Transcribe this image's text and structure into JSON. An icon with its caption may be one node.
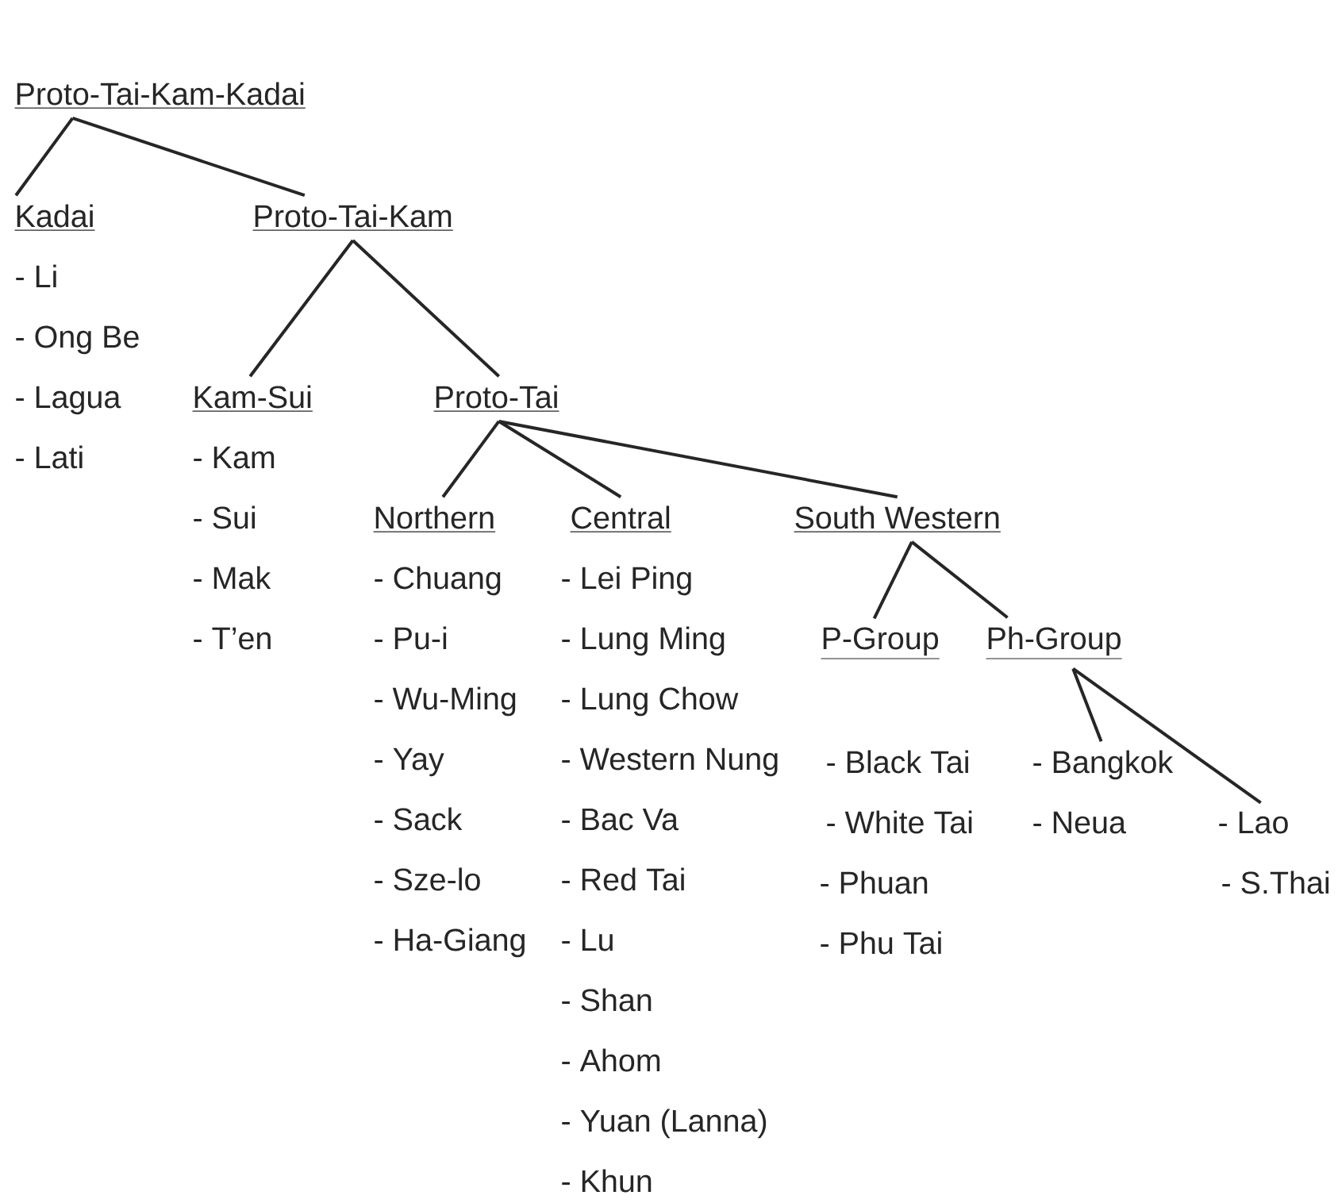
{
  "diagram": {
    "nodes": [
      {
        "text": [
          "Proto-Tai-Kam-Kadai"
        ]
      },
      {
        "text": [
          "Kadai",
          "- Li",
          "- Ong Be",
          "- Lagua",
          "- Lati"
        ]
      },
      {
        "text": [
          "Proto-Tai-Kam"
        ]
      },
      {
        "text": [
          "Kam-Sui",
          "- Kam",
          "- Sui",
          "- Mak",
          "- T’en"
        ]
      },
      {
        "text": [
          "Proto-Tai"
        ]
      },
      {
        "text": [
          "Northern",
          "- Chuang",
          "- Pu-i",
          "- Wu-Ming",
          "- Yay",
          "- Sack",
          "- Sze-lo",
          "- Ha-Giang"
        ]
      },
      {
        "text": [
          "Central",
          "- Lei  Ping",
          "- Lung Ming",
          "- Lung Chow",
          "- Western Nung",
          "- Bac Va",
          "- Red Tai",
          "- Lu",
          "- Shan",
          "- Ahom",
          "- Yuan (Lanna)",
          "- Khun"
        ]
      },
      {
        "text": [
          "South Western"
        ]
      },
      {
        "text": [
          "P-Group",
          "- Black Tai",
          "- White Tai",
          "- Phuan",
          "- Phu Tai"
        ]
      },
      {
        "text": [
          "Ph-Group"
        ]
      },
      {
        "text": [
          "- Bangkok",
          "- Neua"
        ]
      },
      {
        "text": [
          "- Lao",
          "- S.Thai"
        ]
      }
    ],
    "edges": [
      {
        "from": 0,
        "to": 1,
        "arrow": "none"
      },
      {
        "from": 0,
        "to": 2,
        "arrow": "none"
      },
      {
        "from": 2,
        "to": 3,
        "arrow": "none"
      },
      {
        "from": 2,
        "to": 4,
        "arrow": "none"
      },
      {
        "from": 4,
        "to": 5,
        "arrow": "none"
      },
      {
        "from": 4,
        "to": 6,
        "arrow": "none"
      },
      {
        "from": 4,
        "to": 7,
        "arrow": "none"
      },
      {
        "from": 7,
        "to": 8,
        "arrow": "none"
      },
      {
        "from": 7,
        "to": 9,
        "arrow": "none"
      },
      {
        "from": 9,
        "to": 10,
        "arrow": "none"
      },
      {
        "from": 9,
        "to": 11,
        "arrow": "none"
      }
    ]
  }
}
